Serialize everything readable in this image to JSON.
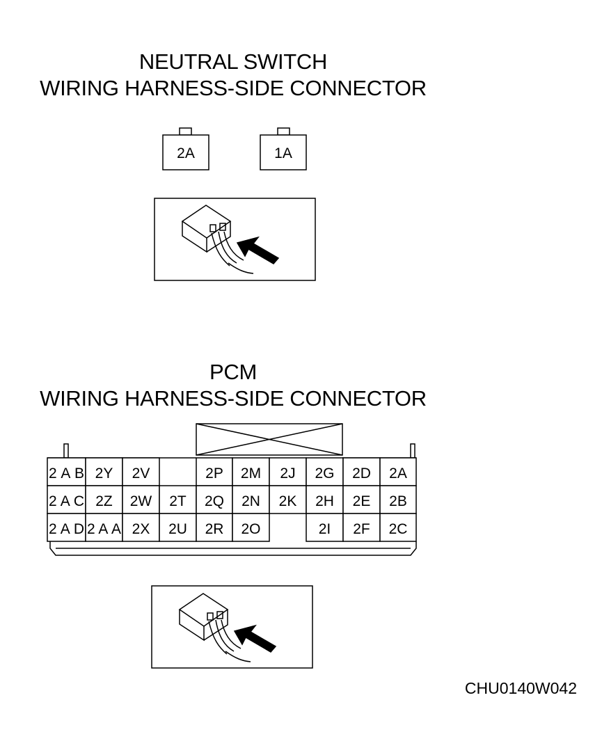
{
  "neutral_switch": {
    "title_line1": "NEUTRAL SWITCH",
    "title_line2": "WIRING HARNESS-SIDE CONNECTOR",
    "terminals": [
      "2A",
      "1A"
    ]
  },
  "pcm": {
    "title_line1": "PCM",
    "title_line2": "WIRING HARNESS-SIDE CONNECTOR",
    "rows": [
      [
        "2AB",
        "2Y",
        "2V",
        "",
        "2P",
        "2M",
        "2J",
        "2G",
        "2D",
        "2A"
      ],
      [
        "2AC",
        "2Z",
        "2W",
        "2T",
        "2Q",
        "2N",
        "2K",
        "2H",
        "2E",
        "2B"
      ],
      [
        "2AD",
        "2AA",
        "2X",
        "2U",
        "2R",
        "2O",
        "",
        "2I",
        "2F",
        "2C"
      ]
    ]
  },
  "figure_code": "CHU0140W042"
}
